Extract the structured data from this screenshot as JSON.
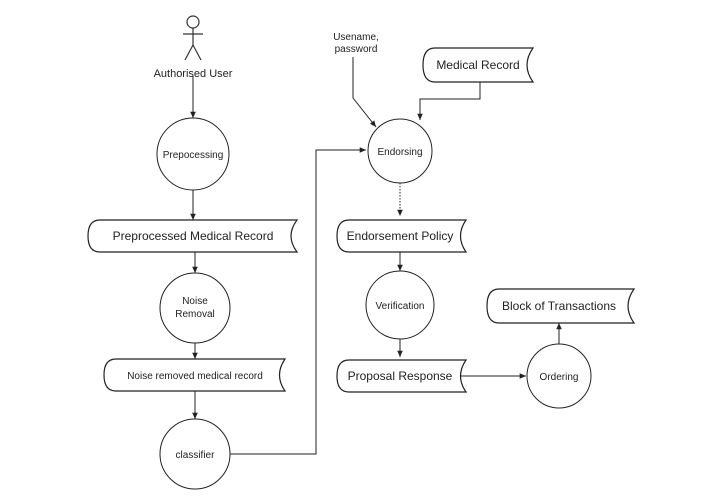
{
  "actor": {
    "label": "Authorised User"
  },
  "process": {
    "preprocessing": "Prepocessing",
    "noise_removal_line1": "Noise",
    "noise_removal_line2": "Removal",
    "classifier": "classifier",
    "endorsing": "Endorsing",
    "verification": "Verification",
    "ordering": "Ordering"
  },
  "stores": {
    "preprocessed_record": "Preprocessed Medical Record",
    "noise_removed_record": "Noise removed medical record",
    "medical_record": "Medical Record",
    "endorsement_policy": "Endorsement Policy",
    "proposal_response": "Proposal Response",
    "block_of_transactions": "Block of Transactions"
  },
  "inputs": {
    "credentials_line1": "Usename,",
    "credentials_line2": "password"
  }
}
